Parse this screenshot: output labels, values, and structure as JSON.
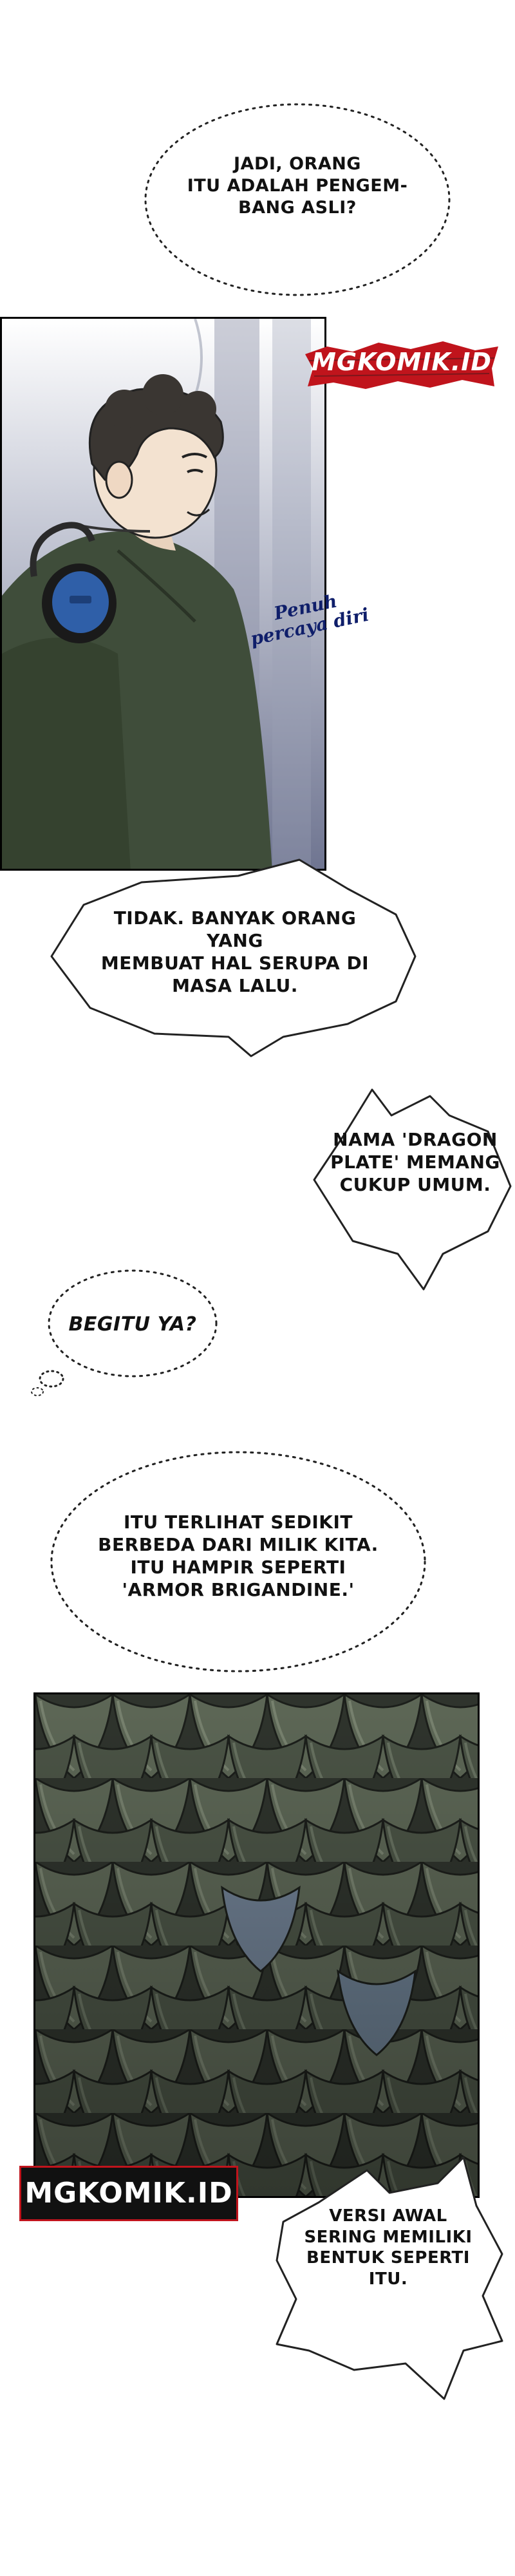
{
  "watermark": {
    "text": "MGKOMIK.ID"
  },
  "sfx": {
    "line1": "Penuh",
    "line2": "percaya diri"
  },
  "bubbles": {
    "b1": {
      "line1": "JADI, ORANG",
      "line2": "ITU ADALAH PENGEM-",
      "line3": "BANG ASLI?"
    },
    "b2": {
      "line1": "TIDAK. BANYAK ORANG YANG",
      "line2": "MEMBUAT HAL SERUPA DI",
      "line3": "MASA LALU."
    },
    "b3": {
      "line1": "NAMA 'DRAGON",
      "line2": "PLATE' MEMANG",
      "line3": "CUKUP UMUM."
    },
    "b4": {
      "line1": "BEGITU YA?"
    },
    "b5": {
      "line1": "ITU TERLIHAT SEDIKIT",
      "line2": "BERBEDA DARI MILIK KITA.",
      "line3": "ITU HAMPIR SEPERTI",
      "line4": "'ARMOR BRIGANDINE.'"
    },
    "b6": {
      "line1": "VERSI AWAL",
      "line2": "SERING MEMILIKI",
      "line3": "BENTUK SEPERTI",
      "line4": "ITU."
    }
  },
  "colors": {
    "accent_red": "#c0141c",
    "sfx_blue": "#0f1e6a",
    "jacket_green": "#3f4d3a",
    "scale_dark": "#3a4038"
  }
}
